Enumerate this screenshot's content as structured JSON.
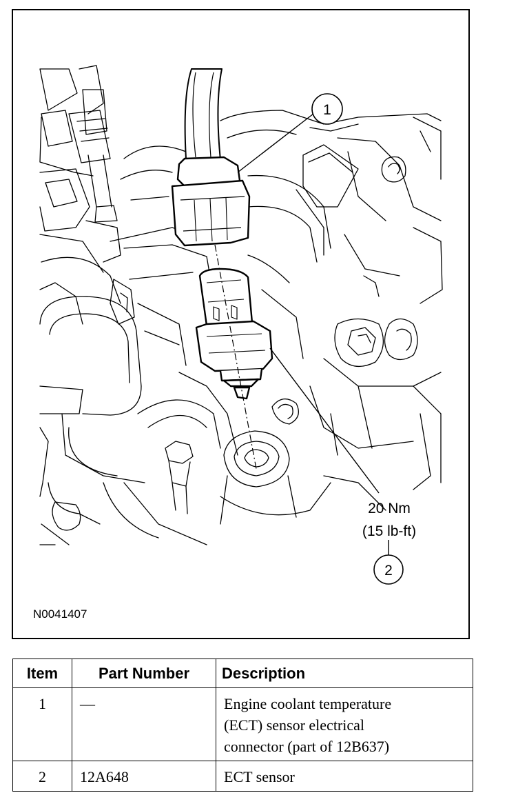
{
  "figure": {
    "figure_id": "N0041407",
    "torque_nm": "20 Nm",
    "torque_lbft": "(15 lb-ft)",
    "callouts": [
      "1",
      "2"
    ]
  },
  "table": {
    "headers": {
      "item": "Item",
      "part_number": "Part Number",
      "description": "Description"
    },
    "rows": [
      {
        "item": "1",
        "part_number": "—",
        "description_lines": [
          "Engine coolant temperature",
          "(ECT) sensor electrical",
          "connector (part of 12B637)"
        ]
      },
      {
        "item": "2",
        "part_number": "12A648",
        "description_lines": [
          "ECT sensor"
        ]
      }
    ]
  }
}
